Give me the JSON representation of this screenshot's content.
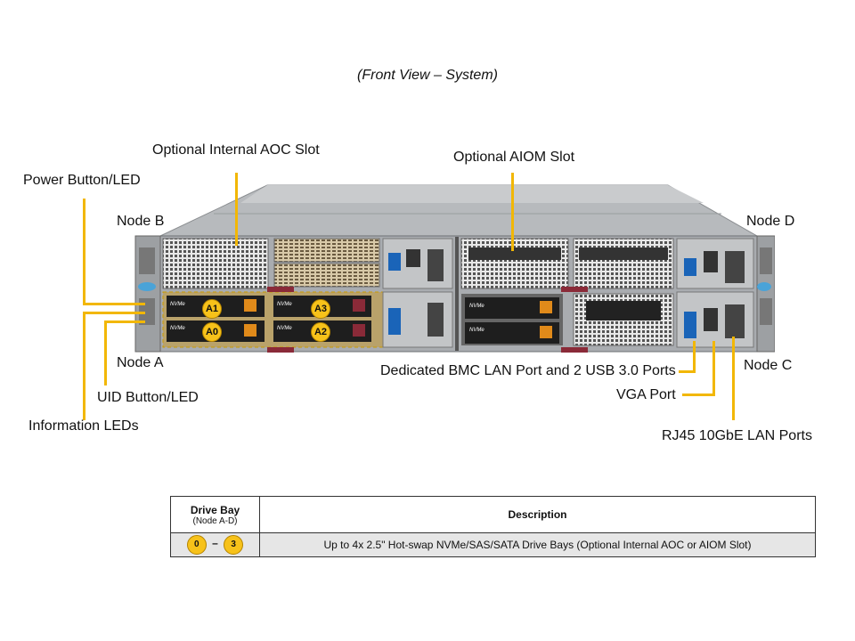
{
  "title": "(Front View – System)",
  "callouts": {
    "optional_internal_aoc_slot": "Optional Internal  AOC Slot",
    "optional_aiom_slot": "Optional AIOM Slot",
    "power_button_led": "Power Button/LED",
    "node_b": "Node B",
    "node_d": "Node D",
    "node_a": "Node A",
    "node_c": "Node C",
    "uid_button_led": "UID Button/LED",
    "information_leds": "Information  LEDs",
    "dedicated_bmc_lan": "Dedicated BMC LAN Port and 2 USB 3.0 Ports",
    "vga_port": "VGA Port",
    "rj45_lan_ports": "RJ45 10GbE LAN Ports"
  },
  "drive_badges": [
    "A1",
    "A3",
    "A0",
    "A2"
  ],
  "drive_label": "NVMe",
  "table": {
    "header_drive_bay": "Drive Bay",
    "header_drive_bay_sub": "(Node A-D)",
    "header_description": "Description",
    "row_badge_start": "0",
    "row_badge_end": "3",
    "row_dash": "–",
    "row_description": "Up to 4x 2.5\" Hot-swap NVMe/SAS/SATA Drive Bays (Optional Internal AOC or AIOM Slot)"
  },
  "colors": {
    "callout_line": "#f2b705",
    "badge": "#f7c21a",
    "chassis": "#a9acb0"
  }
}
